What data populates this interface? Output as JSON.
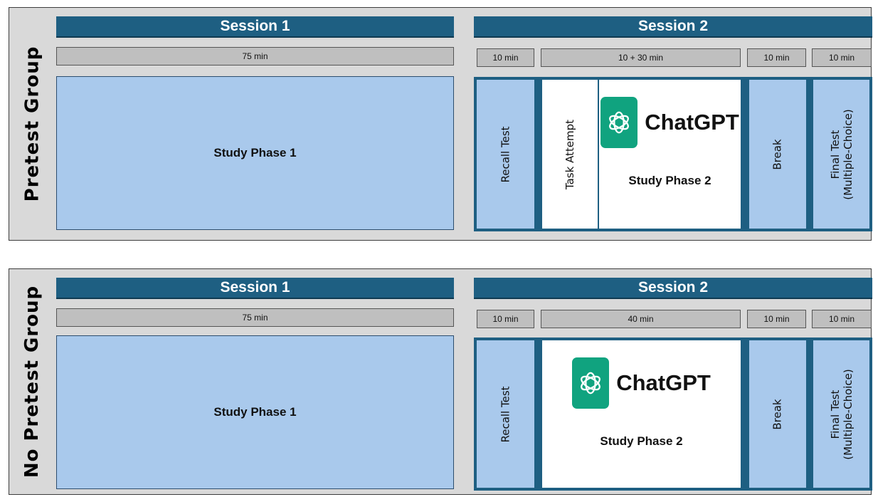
{
  "groups": [
    {
      "label": "Pretest Group",
      "session1": {
        "title": "Session 1",
        "duration": "75 min",
        "phase": "Study Phase 1"
      },
      "session2": {
        "title": "Session 2",
        "times": [
          "10 min",
          "10  +  30 min",
          "10 min",
          "10 min"
        ],
        "recall": "Recall Test",
        "task": "Task Attempt",
        "brand": "ChatGPT",
        "phase": "Study Phase 2",
        "break": "Break",
        "final_line1": "Final Test",
        "final_line2": "(Multiple-Choice)"
      }
    },
    {
      "label": "No Pretest Group",
      "session1": {
        "title": "Session 1",
        "duration": "75 min",
        "phase": "Study Phase 1"
      },
      "session2": {
        "title": "Session 2",
        "times": [
          "10 min",
          "40 min",
          "10 min",
          "10 min"
        ],
        "recall": "Recall Test",
        "brand": "ChatGPT",
        "phase": "Study Phase 2",
        "break": "Break",
        "final_line1": "Final Test",
        "final_line2": "(Multiple-Choice)"
      }
    }
  ],
  "colors": {
    "header": "#1e5f82",
    "study_box": "#a9c9ec",
    "time_bar": "#bfbfbf",
    "panel": "#d9d9d9",
    "chatgpt_logo": "#10a37f"
  },
  "icons": {
    "chatgpt": "chatgpt-logo-icon"
  }
}
